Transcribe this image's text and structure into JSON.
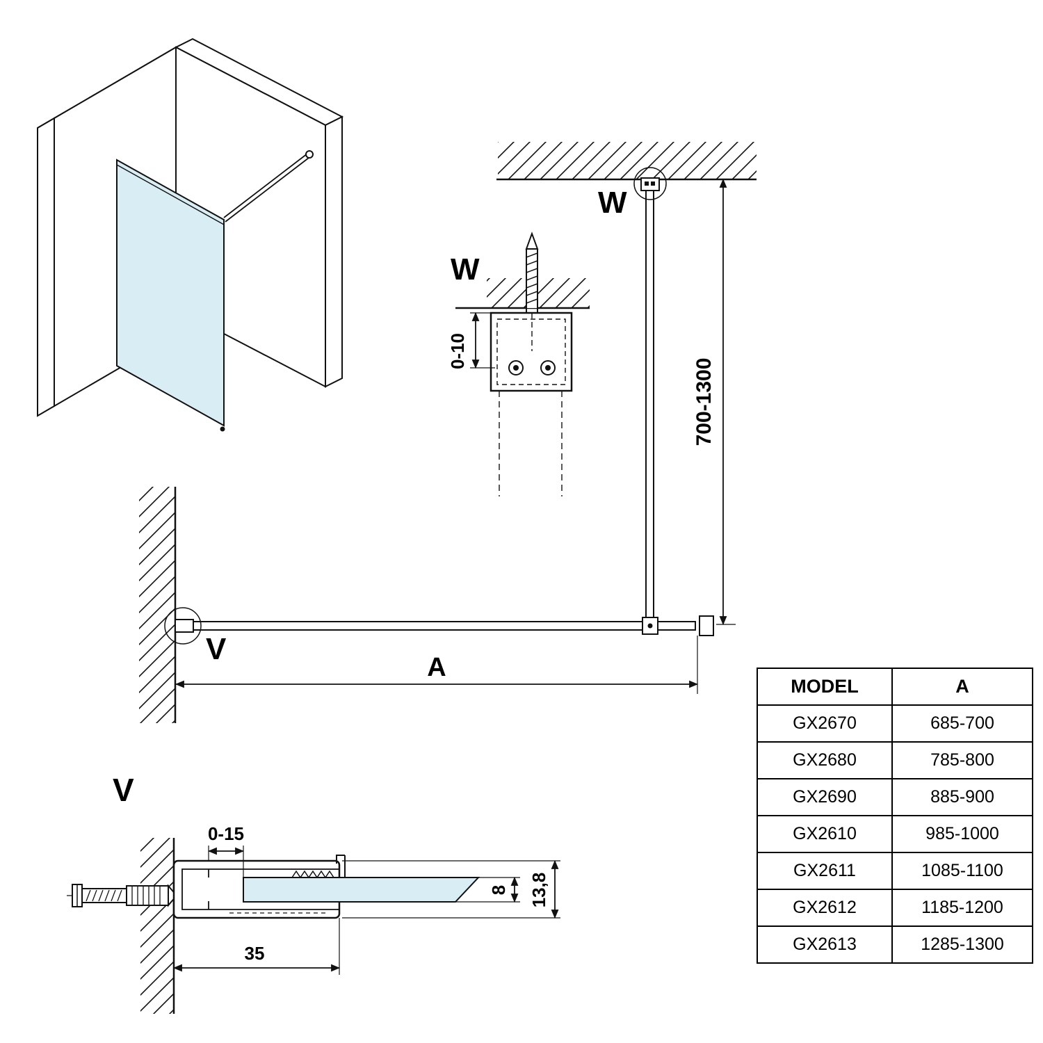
{
  "diagram": {
    "labels": {
      "detail_w": "W",
      "elevation_w": "W",
      "plan_v": "V",
      "section_v": "V",
      "dim_a": "A",
      "dim_bar_height": "700-1300",
      "dim_bracket_adjust": "0-10",
      "dim_glass_inset": "0-15",
      "dim_profile_depth": "35",
      "dim_glass_thickness": "8",
      "dim_profile_height": "13,8"
    },
    "colors": {
      "line": "#111111",
      "glass": "#d9edf4"
    }
  },
  "table": {
    "headers": [
      "MODEL",
      "A"
    ],
    "rows": [
      [
        "GX2670",
        "685-700"
      ],
      [
        "GX2680",
        "785-800"
      ],
      [
        "GX2690",
        "885-900"
      ],
      [
        "GX2610",
        "985-1000"
      ],
      [
        "GX2611",
        "1085-1100"
      ],
      [
        "GX2612",
        "1185-1200"
      ],
      [
        "GX2613",
        "1285-1300"
      ]
    ]
  }
}
